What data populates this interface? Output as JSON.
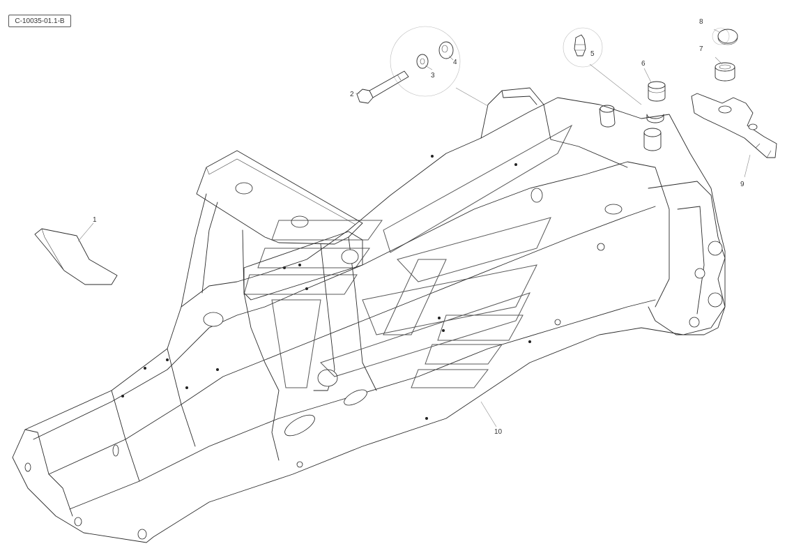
{
  "diagram": {
    "reference_code": "C-10035-01.1-B",
    "callouts": [
      {
        "id": "callout-1",
        "label": "1"
      },
      {
        "id": "callout-2",
        "label": "2"
      },
      {
        "id": "callout-3",
        "label": "3"
      },
      {
        "id": "callout-4",
        "label": "4"
      },
      {
        "id": "callout-5",
        "label": "5"
      },
      {
        "id": "callout-6",
        "label": "6"
      },
      {
        "id": "callout-7",
        "label": "7"
      },
      {
        "id": "callout-8",
        "label": "8"
      },
      {
        "id": "callout-9",
        "label": "9"
      },
      {
        "id": "callout-10",
        "label": "10"
      }
    ]
  },
  "colors": {
    "line": "#2a2a2a",
    "leader": "#888888",
    "background": "#ffffff"
  }
}
